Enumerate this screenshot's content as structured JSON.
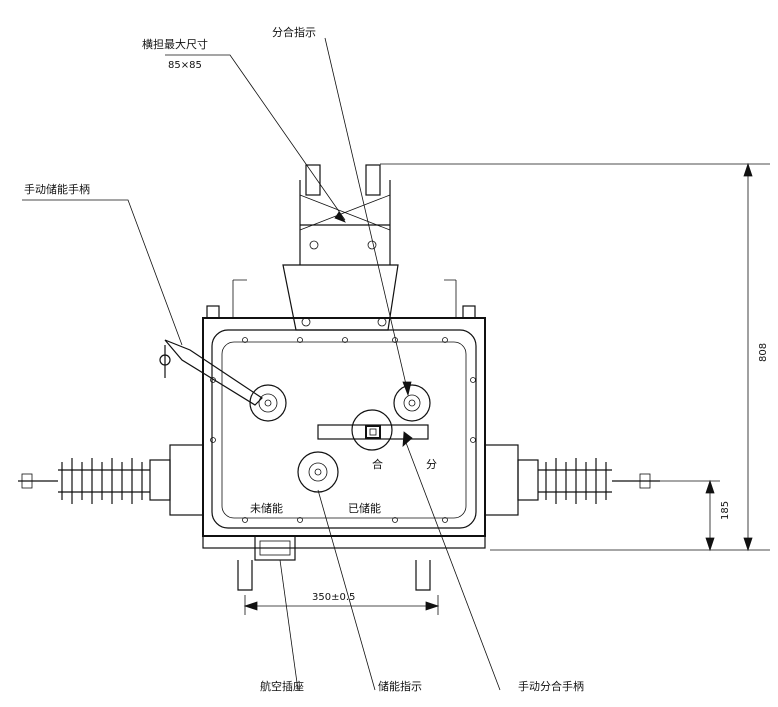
{
  "labels": {
    "max_dim": "横担最大尺寸",
    "max_dim_value": "85×85",
    "open_close_indicator": "分合指示",
    "manual_charge_handle": "手动储能手柄",
    "not_charged": "未储能",
    "charged": "已储能",
    "close": "合",
    "open": "分",
    "aviation_plug": "航空插座",
    "charge_indicator": "储能指示",
    "manual_open_close_handle": "手动分合手柄"
  },
  "dimensions": {
    "height": "808",
    "lower": "185",
    "width": "350±0.5"
  }
}
